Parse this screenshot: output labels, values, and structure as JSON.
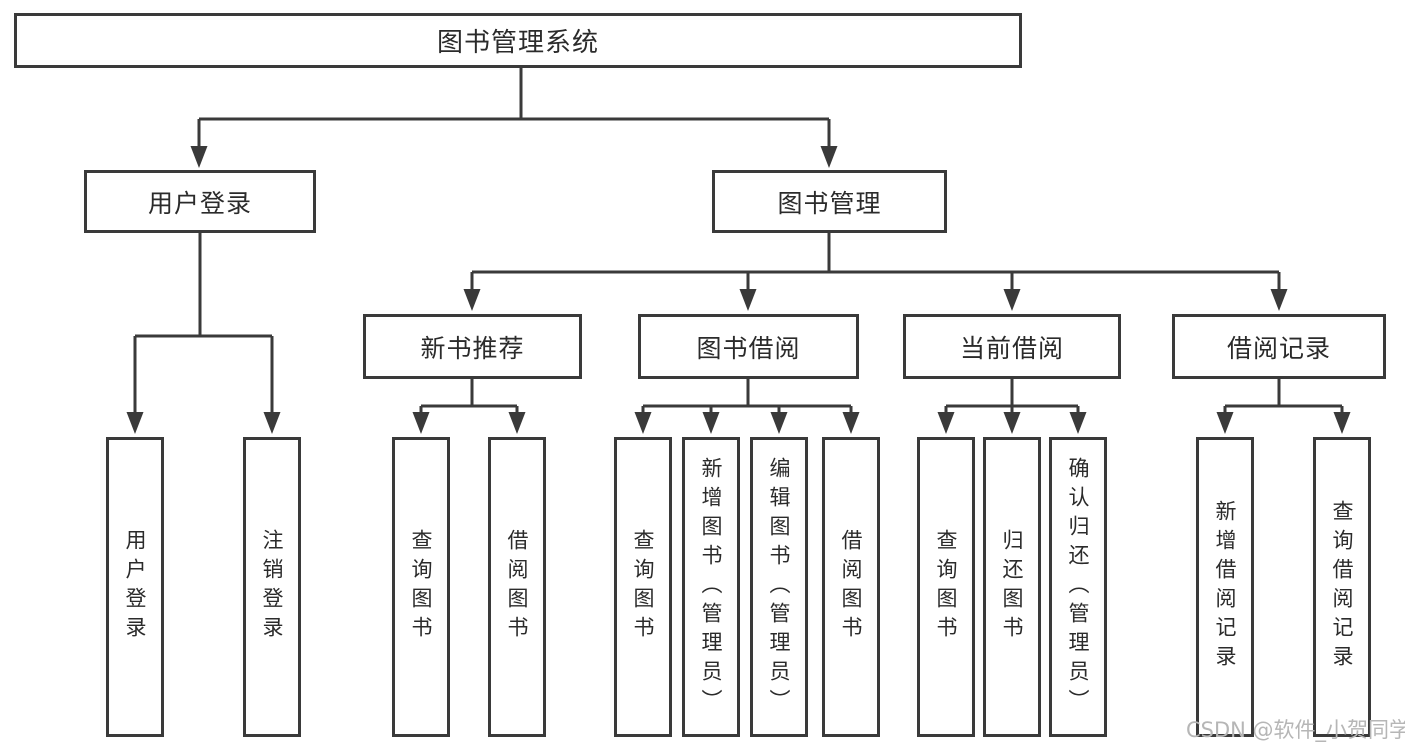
{
  "diagram_title": "图书管理系统",
  "tree": {
    "label": "图书管理系统",
    "children": [
      {
        "label": "用户登录",
        "children": [
          {
            "label": "用户登录"
          },
          {
            "label": "注销登录"
          }
        ]
      },
      {
        "label": "图书管理",
        "children": [
          {
            "label": "新书推荐",
            "children": [
              {
                "label": "查询图书"
              },
              {
                "label": "借阅图书"
              }
            ]
          },
          {
            "label": "图书借阅",
            "children": [
              {
                "label": "查询图书"
              },
              {
                "label": "新增图书（管理员）"
              },
              {
                "label": "编辑图书（管理员）"
              },
              {
                "label": "借阅图书"
              }
            ]
          },
          {
            "label": "当前借阅",
            "children": [
              {
                "label": "查询图书"
              },
              {
                "label": "归还图书"
              },
              {
                "label": "确认归还（管理员）"
              }
            ]
          },
          {
            "label": "借阅记录",
            "children": [
              {
                "label": "新增借阅记录"
              },
              {
                "label": "查询借阅记录"
              }
            ]
          }
        ]
      }
    ]
  },
  "watermark": "CSDN @软件_小贺同学",
  "colors": {
    "line": "#3a3a3a",
    "box_border": "#3a3a3a",
    "box_background": "#ffffff",
    "text": "#2b2b2b",
    "watermark": "#b6b6b6",
    "page_background": "#ffffff"
  }
}
